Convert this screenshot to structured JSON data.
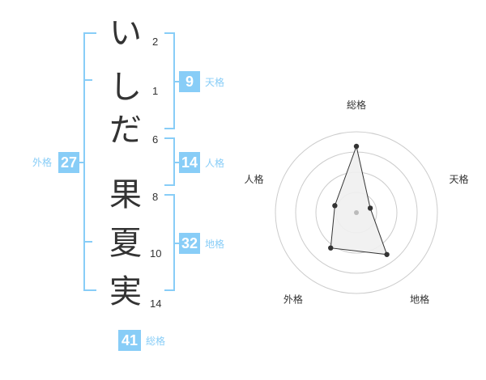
{
  "surname": {
    "chars": [
      "い",
      "し",
      "だ"
    ],
    "strokes": [
      "2",
      "1",
      "6"
    ]
  },
  "given": {
    "chars": [
      "果",
      "夏",
      "実"
    ],
    "strokes": [
      "8",
      "10",
      "14"
    ]
  },
  "scores": {
    "tenkaku": {
      "label": "天格",
      "value": "9"
    },
    "jinkaku": {
      "label": "人格",
      "value": "14"
    },
    "chikaku": {
      "label": "地格",
      "value": "32"
    },
    "gaikaku": {
      "label": "外格",
      "value": "27"
    },
    "soukaku": {
      "label": "総格",
      "value": "41"
    }
  },
  "chart_data": {
    "type": "radar",
    "axes": [
      "総格",
      "天格",
      "地格",
      "外格",
      "人格"
    ],
    "values": [
      41,
      9,
      32,
      27,
      14
    ],
    "rmax": 50,
    "rings": 4,
    "colors": {
      "fill": "#efefef",
      "line": "#333333",
      "grid": "#cccccc",
      "accent": "#88cdf7"
    }
  }
}
